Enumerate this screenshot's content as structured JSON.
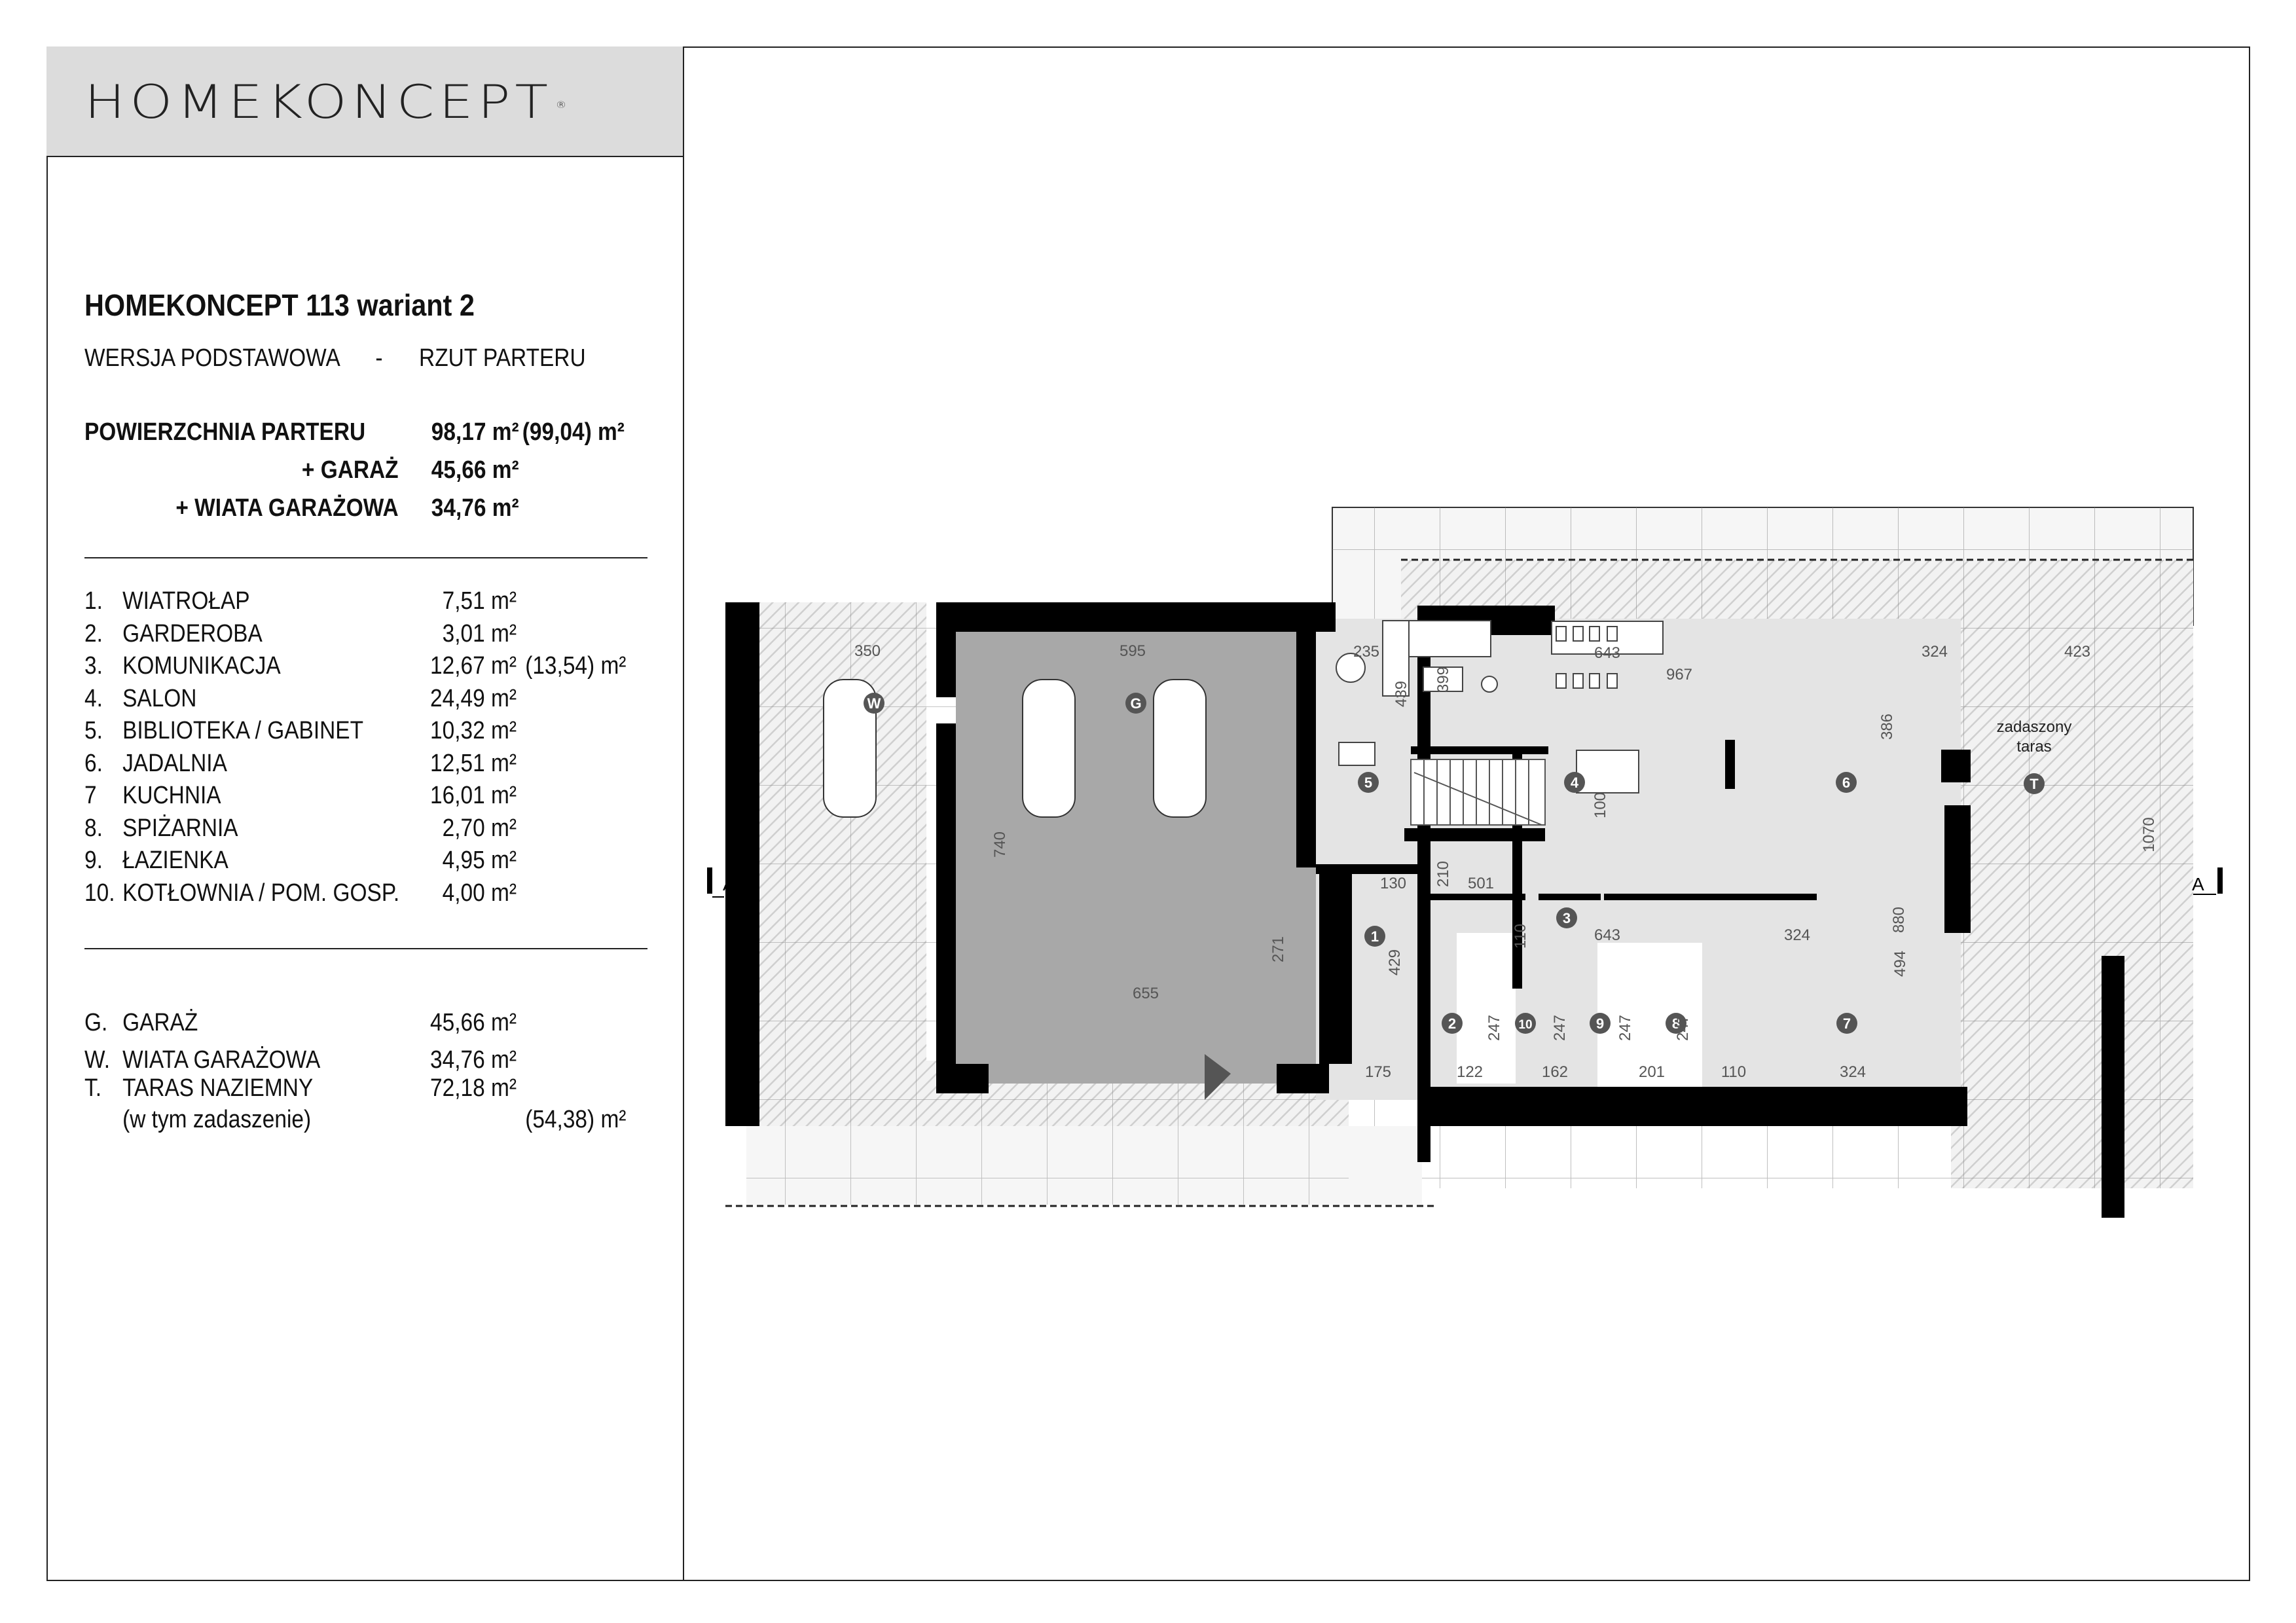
{
  "brand": {
    "logo": "HOMEKONCEPT",
    "registered": "®"
  },
  "project": {
    "title": "HOMEKONCEPT 113 wariant 2",
    "version": "WERSJA  PODSTAWOWA",
    "separator": "-",
    "view": "RZUT PARTERU"
  },
  "summary": [
    {
      "label": "POWIERZCHNIA PARTERU",
      "value": "98,17 m²",
      "value2": "(99,04) m²"
    },
    {
      "label": "+ GARAŻ",
      "value": "45,66 m²",
      "value2": ""
    },
    {
      "label": "+ WIATA GARAŻOWA",
      "value": "34,76 m²",
      "value2": ""
    }
  ],
  "rooms": [
    {
      "num": "1.",
      "name": "WIATROŁAP",
      "area": "7,51 m²",
      "area2": ""
    },
    {
      "num": "2.",
      "name": "GARDEROBA",
      "area": "3,01 m²",
      "area2": ""
    },
    {
      "num": "3.",
      "name": "KOMUNIKACJA",
      "area": "12,67 m²",
      "area2": "(13,54) m²"
    },
    {
      "num": "4.",
      "name": "SALON",
      "area": "24,49 m²",
      "area2": ""
    },
    {
      "num": "5.",
      "name": "BIBLIOTEKA / GABINET",
      "area": "10,32 m²",
      "area2": ""
    },
    {
      "num": "6.",
      "name": "JADALNIA",
      "area": "12,51 m²",
      "area2": ""
    },
    {
      "num": "7",
      "name": "KUCHNIA",
      "area": "16,01 m²",
      "area2": ""
    },
    {
      "num": "8.",
      "name": "SPIŻARNIA",
      "area": "2,70 m²",
      "area2": ""
    },
    {
      "num": "9.",
      "name": "ŁAZIENKA",
      "area": "4,95 m²",
      "area2": ""
    },
    {
      "num": "10.",
      "name": "KOTŁOWNIA / POM. GOSP.",
      "area": "4,00 m²",
      "area2": ""
    }
  ],
  "extras": [
    {
      "num": "G.",
      "name": "GARAŻ",
      "area": "45,66 m²",
      "area2": ""
    },
    {
      "num": "W.",
      "name": "WIATA GARAŻOWA",
      "area": "34,76 m²",
      "area2": ""
    }
  ],
  "terrace": {
    "num": "T.",
    "name": "TARAS NAZIEMNY",
    "area": "72,18 m²",
    "note": "(w tym zadaszenie)",
    "note_area": "(54,38) m²"
  },
  "plan": {
    "section_marker": "A",
    "terrace_label_line1": "zadaszony",
    "terrace_label_line2": "taras",
    "room_markers": [
      "1",
      "2",
      "3",
      "4",
      "5",
      "6",
      "7",
      "8",
      "9",
      "10",
      "G",
      "W",
      "T"
    ],
    "dimensions": {
      "carport_width": "350",
      "garage_top": "595",
      "garage_depth": "740",
      "garage_width": "655",
      "garage_side": "271",
      "library_width": "235",
      "library_depth": "439",
      "sofa": "643",
      "living_width": "967",
      "living_depth": "399",
      "dining_width": "324",
      "dining_depth": "386",
      "hall_130": "130",
      "stairs": "501",
      "stairs_100": "100",
      "hall_210": "210",
      "hall_643": "643",
      "hall_110": "110",
      "hall_324": "324",
      "kitchen_880": "880",
      "kitchen_494": "494",
      "vestibule_depth": "429",
      "vestibule_width": "175",
      "wardrobe_width": "122",
      "wardrobe_depth": "247",
      "boiler_width": "162",
      "boiler_depth": "247",
      "bath_width": "201",
      "bath_depth": "247",
      "pantry_width": "110",
      "pantry_depth": "247",
      "kitchen_width": "324",
      "terrace_width": "423",
      "terrace_depth": "1070"
    },
    "colors": {
      "wall": "#000000",
      "garage_floor": "#a8a8a8",
      "room_floor": "#e4e4e4",
      "terrace": "#ececec",
      "marker": "#555555",
      "dim": "#666666"
    }
  }
}
